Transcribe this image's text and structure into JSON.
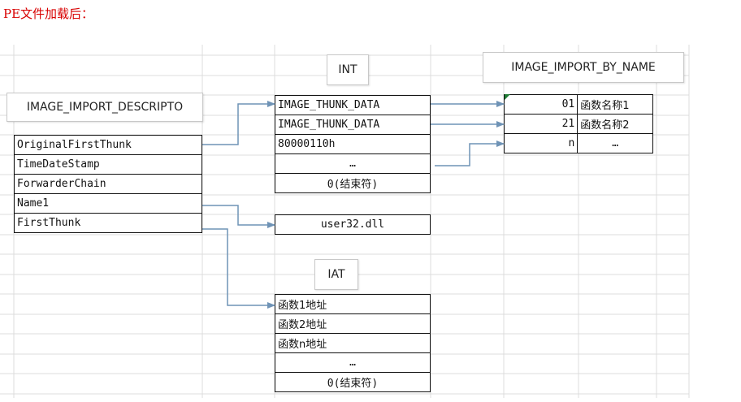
{
  "title": "PE文件加载后：",
  "labels": {
    "descriptor": "IMAGE_IMPORT_DESCRIPTO",
    "int": "INT",
    "by_name": "IMAGE_IMPORT_BY_NAME",
    "iat": "IAT"
  },
  "descriptor_fields": [
    "OriginalFirstThunk",
    "TimeDateStamp",
    "ForwarderChain",
    "Name1",
    "FirstThunk"
  ],
  "int_rows": [
    "IMAGE_THUNK_DATA",
    "IMAGE_THUNK_DATA",
    "80000110h",
    "…",
    "0(结束符)"
  ],
  "dll_name": "user32.dll",
  "by_name_rows": [
    {
      "hint": "01",
      "name": "函数名称1"
    },
    {
      "hint": "21",
      "name": "函数名称2"
    },
    {
      "hint": "n",
      "name": "…"
    }
  ],
  "iat_rows": [
    "函数1地址",
    "函数2地址",
    "函数n地址",
    "…",
    "0(结束符)"
  ],
  "colors": {
    "arrow": "#6f93b6",
    "title": "#d80000",
    "grid": "#dcdcdc"
  }
}
